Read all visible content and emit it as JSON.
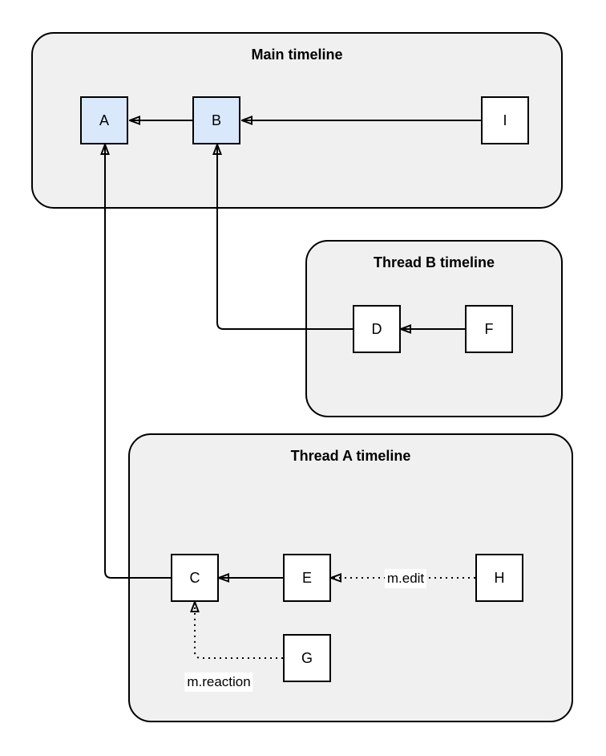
{
  "diagram": {
    "type": "event-relation-diagram",
    "colors": {
      "container_fill": "#f0f0f0",
      "stroke": "#000000",
      "node_blue_fill": "#dae8fc",
      "node_white_fill": "#ffffff",
      "label_bg": "#ffffff",
      "text": "#000000"
    },
    "containers": [
      {
        "id": "main-timeline",
        "title": "Main timeline"
      },
      {
        "id": "thread-b-timeline",
        "title": "Thread B timeline"
      },
      {
        "id": "thread-a-timeline",
        "title": "Thread A timeline"
      }
    ],
    "nodes": [
      {
        "id": "A",
        "label": "A",
        "variant": "highlight",
        "container": "main-timeline"
      },
      {
        "id": "B",
        "label": "B",
        "variant": "highlight",
        "container": "main-timeline"
      },
      {
        "id": "I",
        "label": "I",
        "variant": "plain",
        "container": "main-timeline"
      },
      {
        "id": "D",
        "label": "D",
        "variant": "plain",
        "container": "thread-b-timeline"
      },
      {
        "id": "F",
        "label": "F",
        "variant": "plain",
        "container": "thread-b-timeline"
      },
      {
        "id": "C",
        "label": "C",
        "variant": "plain",
        "container": "thread-a-timeline"
      },
      {
        "id": "E",
        "label": "E",
        "variant": "plain",
        "container": "thread-a-timeline"
      },
      {
        "id": "H",
        "label": "H",
        "variant": "plain",
        "container": "thread-a-timeline"
      },
      {
        "id": "G",
        "label": "G",
        "variant": "plain",
        "container": "thread-a-timeline"
      }
    ],
    "edges": [
      {
        "from": "B",
        "to": "A",
        "style": "solid",
        "label": ""
      },
      {
        "from": "I",
        "to": "B",
        "style": "solid",
        "label": ""
      },
      {
        "from": "F",
        "to": "D",
        "style": "solid",
        "label": ""
      },
      {
        "from": "E",
        "to": "C",
        "style": "solid",
        "label": ""
      },
      {
        "from": "D",
        "to": "B",
        "style": "solid",
        "label": ""
      },
      {
        "from": "C",
        "to": "A",
        "style": "solid",
        "label": ""
      },
      {
        "from": "H",
        "to": "E",
        "style": "dotted",
        "label": "m.edit"
      },
      {
        "from": "G",
        "to": "C",
        "style": "dotted",
        "label": "m.reaction"
      }
    ]
  }
}
